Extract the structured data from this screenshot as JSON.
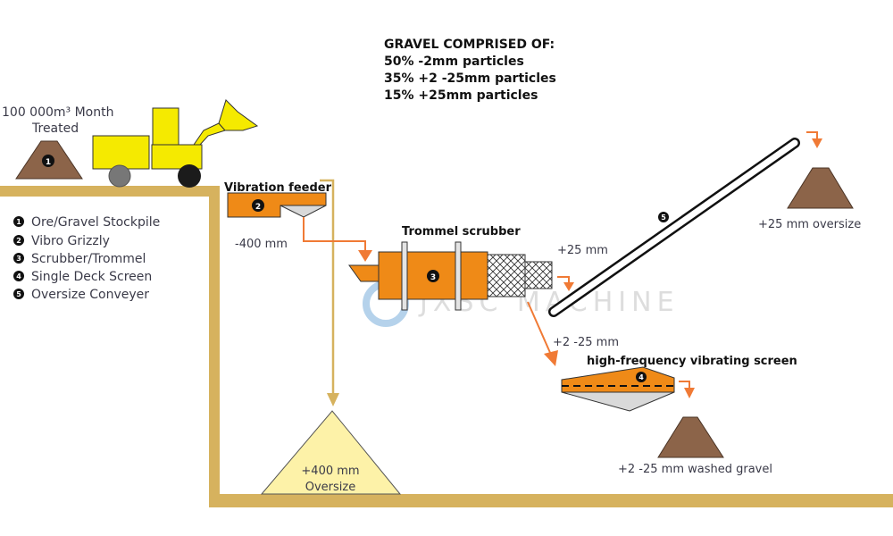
{
  "title_block": {
    "heading": "GRAVEL COMPRISED OF:",
    "lines": [
      "50% -2mm particles",
      "35% +2 -25mm particles",
      "15% +25mm particles"
    ]
  },
  "throughput": {
    "line1": "100 000m³ Month",
    "line2": "Treated"
  },
  "legend": {
    "items": [
      {
        "num": "1",
        "label": "Ore/Gravel Stockpile"
      },
      {
        "num": "2",
        "label": "Vibro Grizzly"
      },
      {
        "num": "3",
        "label": "Scrubber/Trommel"
      },
      {
        "num": "4",
        "label": "Single Deck Screen"
      },
      {
        "num": "5",
        "label": "Oversize Conveyer"
      }
    ]
  },
  "equipment": {
    "stockpile_num": "1",
    "feeder_label": "Vibration feeder",
    "feeder_num": "2",
    "trommel_label": "Trommel scrubber",
    "trommel_num": "3",
    "screen_label": "high-frequency vibrating screen",
    "screen_num": "4",
    "conveyor_num": "5"
  },
  "flow_labels": {
    "minus400": "-400 mm",
    "plus25": "+25 mm",
    "plus2_25": "+2 -25 mm"
  },
  "products": {
    "oversize400_line1": "+400 mm",
    "oversize400_line2": "Oversize",
    "oversize25": "+25 mm oversize",
    "washed": "+2 -25 mm washed gravel"
  },
  "watermark": {
    "text": "JXSC MACHINE"
  },
  "colors": {
    "ground": "#d6b25e",
    "orange": "#ef8a17",
    "flow_arrow": "#f07a35",
    "pile_brown": "#8c6449",
    "loader_yellow": "#f5ea00",
    "oversize_pile": "#fdf2a8"
  }
}
